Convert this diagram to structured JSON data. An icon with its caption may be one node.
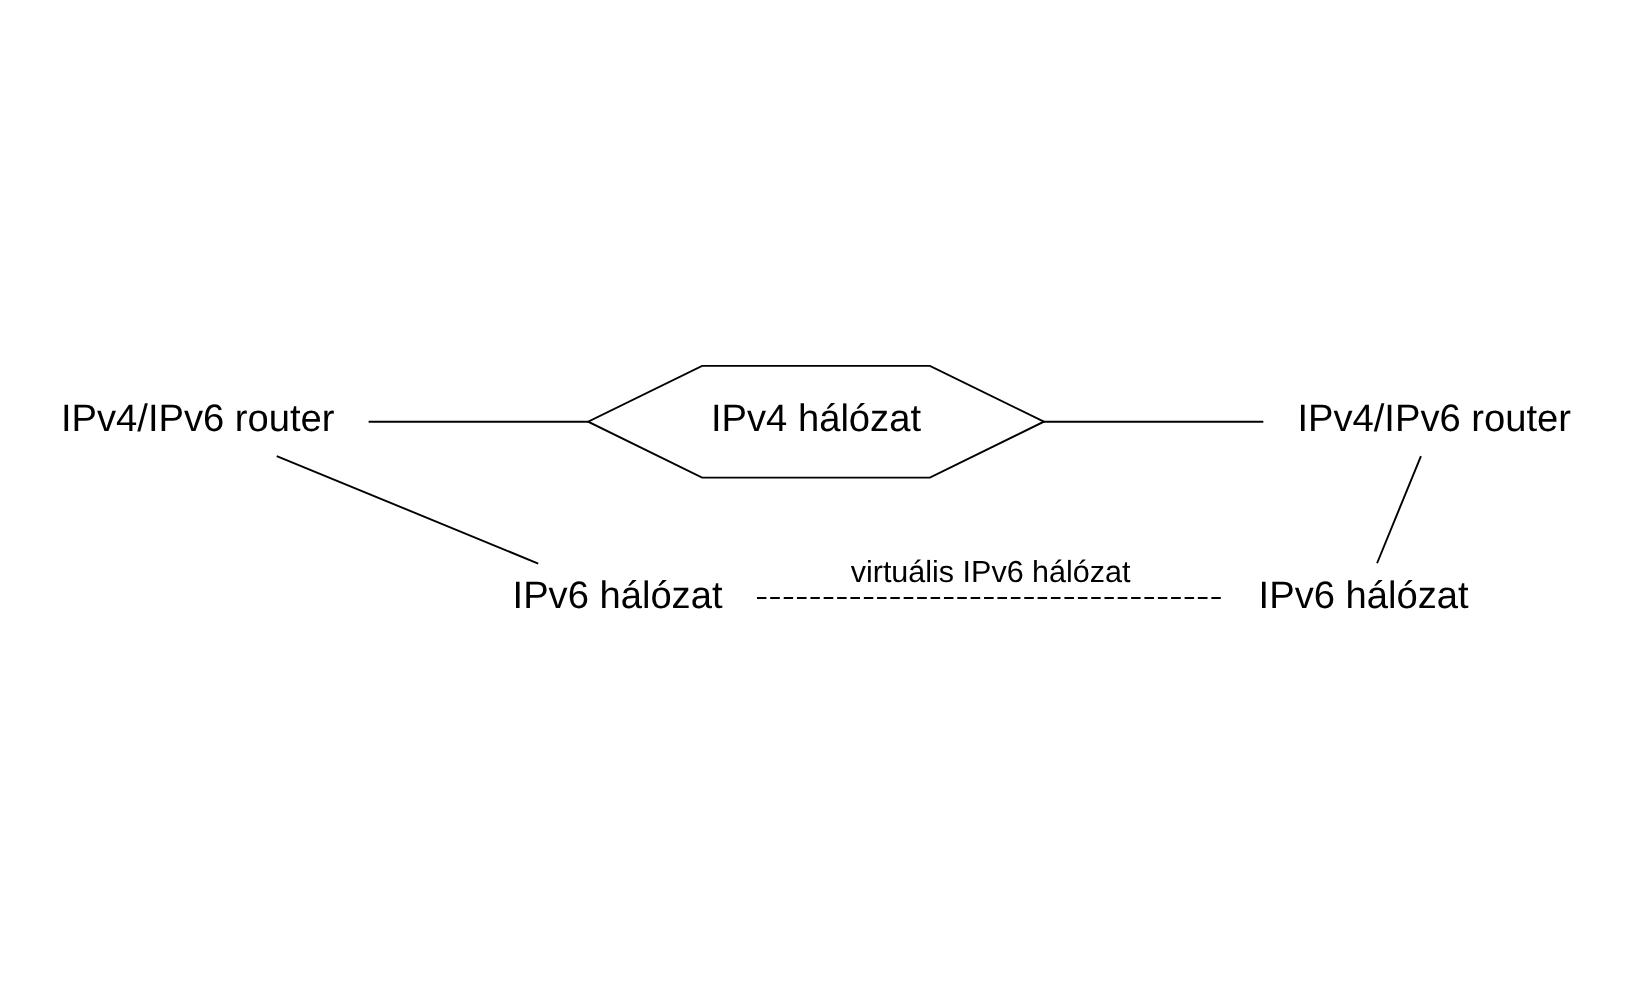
{
  "diagram": {
    "nodes": [
      {
        "text": [
          "IPv4/IPv6 router"
        ]
      },
      {
        "text": [
          "IPv4 hálózat"
        ]
      },
      {
        "text": [
          "IPv4/IPv6 router"
        ]
      },
      {
        "text": [
          "IPv6 hálózat"
        ]
      },
      {
        "text": [
          "IPv6 hálózat"
        ]
      }
    ],
    "edges": [
      {
        "from": 0,
        "to": 1,
        "arrow": "none"
      },
      {
        "from": 1,
        "to": 2,
        "arrow": "none"
      },
      {
        "from": 0,
        "to": 3,
        "arrow": "none"
      },
      {
        "from": 2,
        "to": 4,
        "arrow": "none"
      },
      {
        "from": 3,
        "to": 4,
        "arrow": "none",
        "style": "dashed",
        "label": "virtuális IPv6 hálózat"
      }
    ]
  }
}
